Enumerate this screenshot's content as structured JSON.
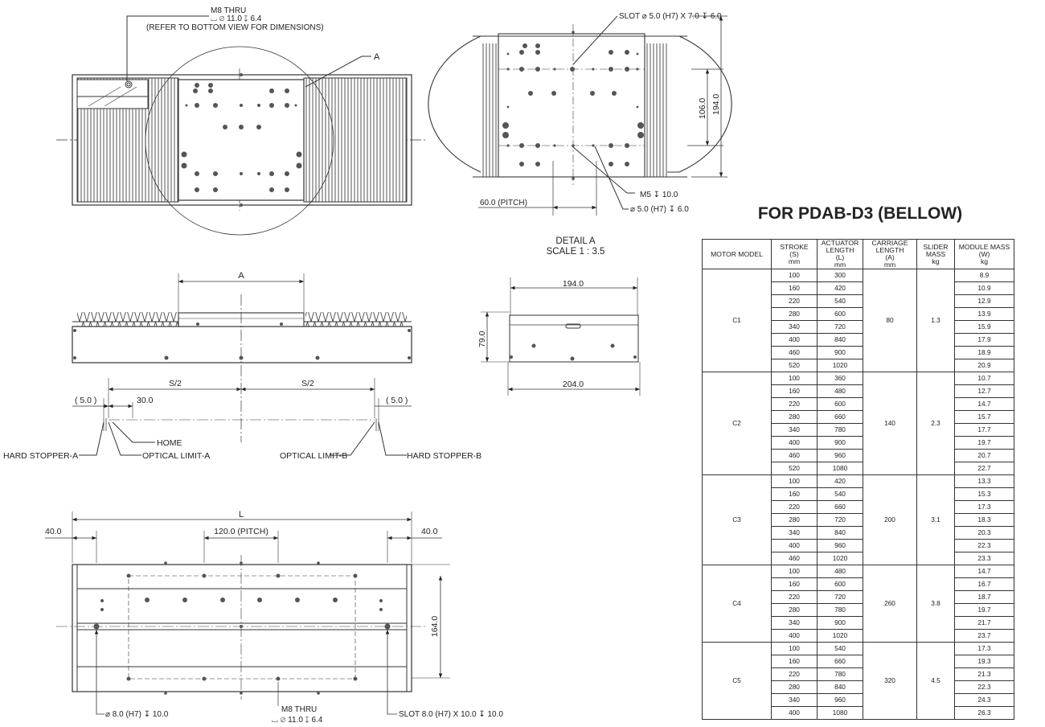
{
  "title": "FOR PDAB-D3 (BELLOW)",
  "detail": {
    "name": "DETAIL A",
    "scale": "SCALE 1 : 3.5"
  },
  "labels": {
    "m8_thru": "M8 THRU",
    "m8_spec": "⌴ ⌀ 11.0 ↧ 6.4",
    "refer": "(REFER TO BOTTOM VIEW FOR DIMENSIONS)",
    "a": "A",
    "slot_top": "SLOT ⌀ 5.0 (H7) X 7.0 ↧ 6.0",
    "dim_106": "106.0",
    "dim_194_v": "194.0",
    "m5": "M5 ↧ 10.0",
    "pitch_60": "60.0 (PITCH)",
    "dowel_5": "⌀ 5.0 (H7) ↧ 6.0",
    "dim_194_h": "194.0",
    "dim_79": "79.0",
    "dim_204": "204.0",
    "s2_left": "S/2",
    "s2_right": "S/2",
    "five_left": "( 5.0 )",
    "thirty": "30.0",
    "five_right": "( 5.0 )",
    "home": "HOME",
    "hard_stopper_a": "HARD STOPPER-A",
    "optical_limit_a": "OPTICAL LIMIT-A",
    "optical_limit_b": "OPTICAL LIMIT-B",
    "hard_stopper_b": "HARD STOPPER-B",
    "l": "L",
    "forty_left": "40.0",
    "pitch_120": "120.0 (PITCH)",
    "forty_right": "40.0",
    "dim_164": "164.0",
    "dowel_8": "⌀ 8.0 (H7) ↧ 10.0",
    "m8_thru_b": "M8 THRU",
    "m8_spec_b": "⌴ ⌀ 11.0 ↧ 6.4",
    "slot_bottom": "SLOT 8.0 (H7) X 10.0 ↧ 10.0"
  },
  "table": {
    "headers": [
      [
        "MOTOR MODEL"
      ],
      [
        "STROKE",
        "(S)",
        "mm"
      ],
      [
        "ACTUATOR",
        "LENGTH",
        "(L)",
        "mm"
      ],
      [
        "CARRIAGE",
        "LENGTH",
        "(A)",
        "mm"
      ],
      [
        "SLIDER",
        "MASS",
        "kg"
      ],
      [
        "MODULE MASS",
        "(W)",
        "kg"
      ]
    ],
    "groups": [
      {
        "model": "C1",
        "carriage": "80",
        "slider": "1.3",
        "rows": [
          [
            "100",
            "300",
            "8.9"
          ],
          [
            "160",
            "420",
            "10.9"
          ],
          [
            "220",
            "540",
            "12.9"
          ],
          [
            "280",
            "600",
            "13.9"
          ],
          [
            "340",
            "720",
            "15.9"
          ],
          [
            "400",
            "840",
            "17.9"
          ],
          [
            "460",
            "900",
            "18.9"
          ],
          [
            "520",
            "1020",
            "20.9"
          ]
        ]
      },
      {
        "model": "C2",
        "carriage": "140",
        "slider": "2.3",
        "rows": [
          [
            "100",
            "360",
            "10.7"
          ],
          [
            "160",
            "480",
            "12.7"
          ],
          [
            "220",
            "600",
            "14.7"
          ],
          [
            "280",
            "660",
            "15.7"
          ],
          [
            "340",
            "780",
            "17.7"
          ],
          [
            "400",
            "900",
            "19.7"
          ],
          [
            "460",
            "960",
            "20.7"
          ],
          [
            "520",
            "1080",
            "22.7"
          ]
        ]
      },
      {
        "model": "C3",
        "carriage": "200",
        "slider": "3.1",
        "rows": [
          [
            "100",
            "420",
            "13.3"
          ],
          [
            "160",
            "540",
            "15.3"
          ],
          [
            "220",
            "660",
            "17.3"
          ],
          [
            "280",
            "720",
            "18.3"
          ],
          [
            "340",
            "840",
            "20.3"
          ],
          [
            "400",
            "960",
            "22.3"
          ],
          [
            "460",
            "1020",
            "23.3"
          ]
        ]
      },
      {
        "model": "C4",
        "carriage": "260",
        "slider": "3.8",
        "rows": [
          [
            "100",
            "480",
            "14.7"
          ],
          [
            "160",
            "600",
            "16.7"
          ],
          [
            "220",
            "720",
            "18.7"
          ],
          [
            "280",
            "780",
            "19.7"
          ],
          [
            "340",
            "900",
            "21.7"
          ],
          [
            "400",
            "1020",
            "23.7"
          ]
        ]
      },
      {
        "model": "C5",
        "carriage": "320",
        "slider": "4.5",
        "rows": [
          [
            "100",
            "540",
            "17.3"
          ],
          [
            "160",
            "660",
            "19.3"
          ],
          [
            "220",
            "780",
            "21.3"
          ],
          [
            "280",
            "840",
            "22.3"
          ],
          [
            "340",
            "960",
            "24.3"
          ],
          [
            "400",
            "1080",
            "26.3"
          ]
        ]
      }
    ]
  }
}
